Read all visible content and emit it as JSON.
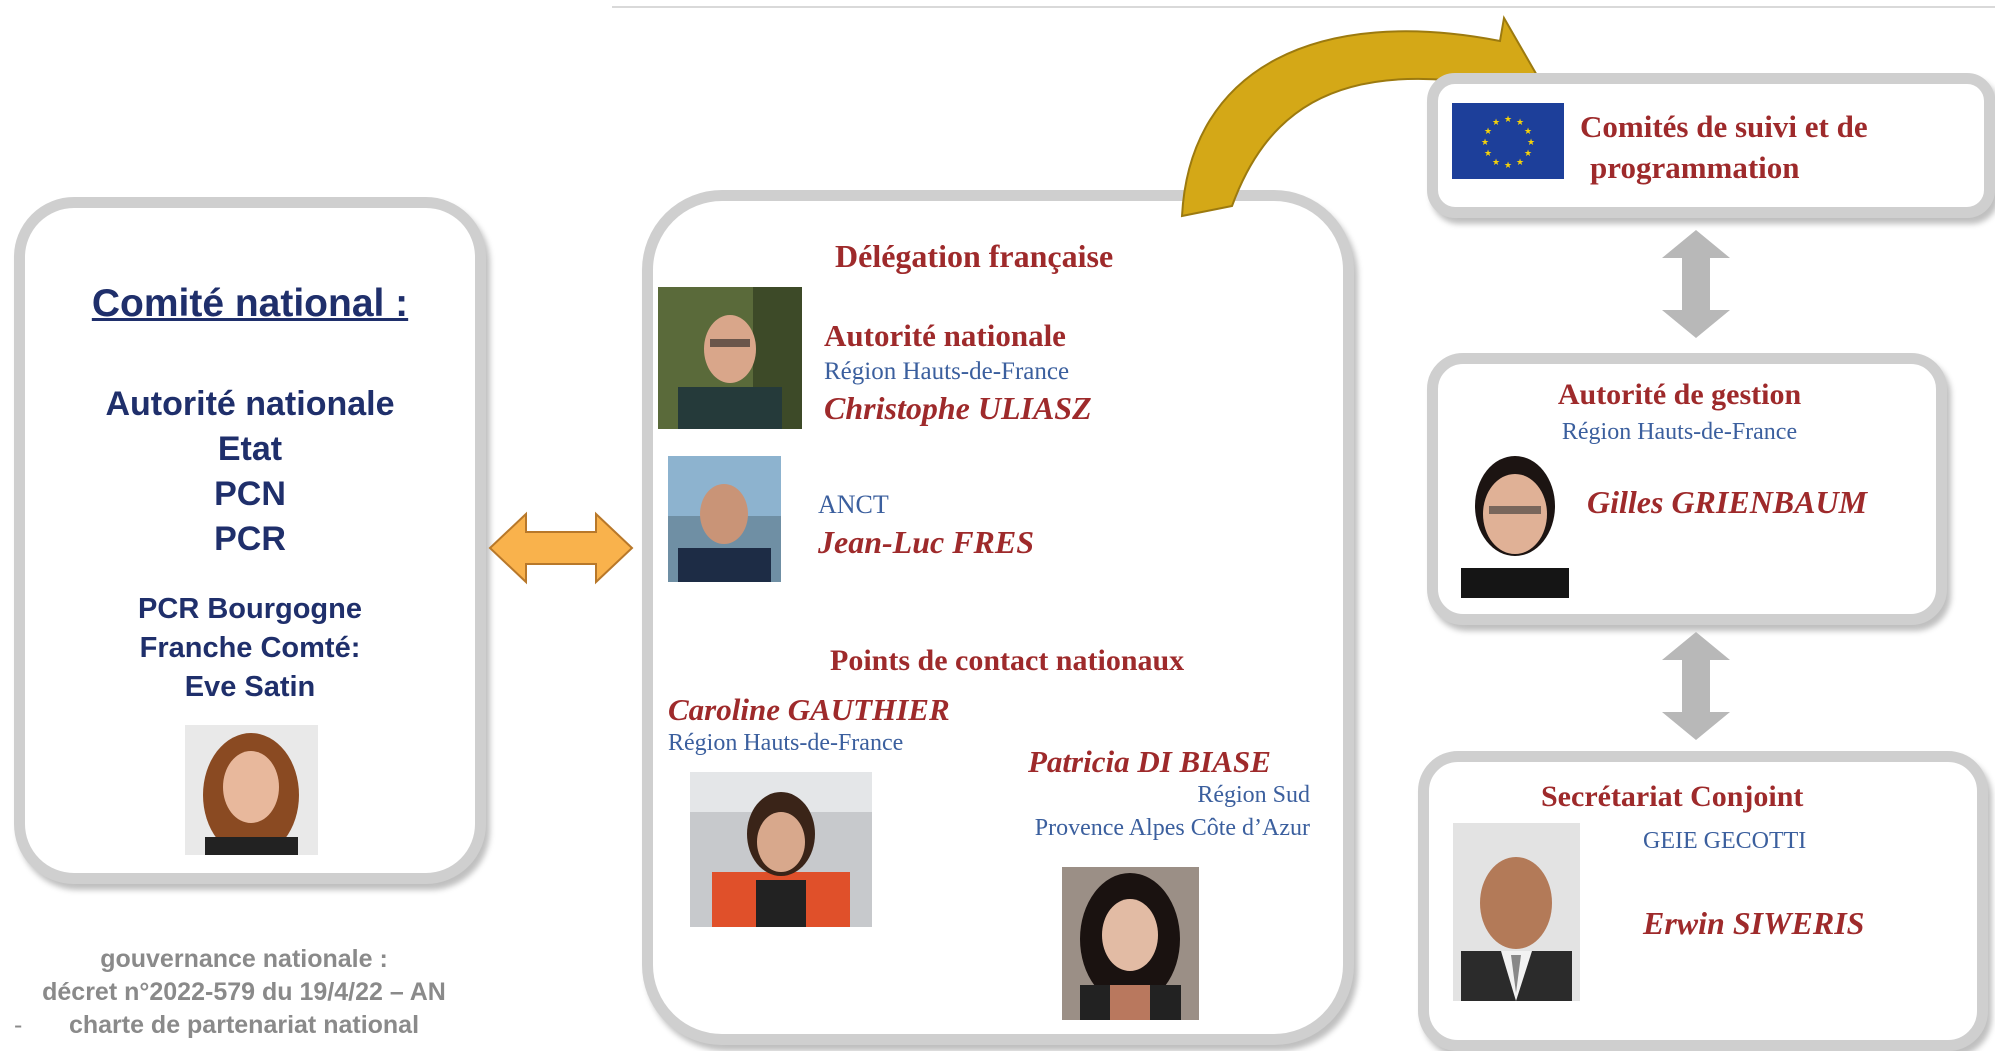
{
  "national": {
    "title": "Comité national :",
    "members": [
      "Autorité nationale",
      "Etat",
      "PCN",
      "PCR"
    ],
    "pcr_title_1": "PCR Bourgogne",
    "pcr_title_2": "Franche Comté:",
    "pcr_name": "Eve Satin"
  },
  "footer": {
    "line1": "gouvernance nationale :",
    "line2": "décret n°2022-579 du 19/4/22 – AN",
    "bullet": "-",
    "line3": "charte de partenariat national"
  },
  "delegation": {
    "title": "Délégation française",
    "autorite_title": "Autorité nationale",
    "autorite_org": "Région Hauts-de-France",
    "autorite_name": "Christophe ULIASZ",
    "anct_org": "ANCT",
    "anct_name": "Jean-Luc FRES",
    "pcn_title": "Points de contact nationaux",
    "pcn1_name": "Caroline GAUTHIER",
    "pcn1_org": "Région Hauts-de-France",
    "pcn2_name": "Patricia DI BIASE",
    "pcn2_org1": "Région Sud",
    "pcn2_org2": "Provence Alpes Côte d’Azur"
  },
  "comites": {
    "line1": "Comités de suivi et de",
    "line2": "programmation"
  },
  "autorite_gestion": {
    "title": "Autorité de gestion",
    "org": "Région Hauts-de-France",
    "name": "Gilles GRIENBAUM"
  },
  "secretariat": {
    "title": "Secrétariat Conjoint",
    "org": "GEIE GECOTTI",
    "name": "Erwin SIWERIS"
  },
  "colors": {
    "navy": "#1f2f6b",
    "red_title": "#9e2a2b",
    "blue_text": "#3b5f9e",
    "box_border": "#cfcfcf",
    "orange_arrow": "#f9b24c",
    "gold_arrow": "#c9a21a",
    "eu_blue": "#1d3f9a",
    "eu_star": "#f5d20a"
  },
  "icons": [
    "eu-flag-icon",
    "double-arrow-horizontal-icon",
    "curved-arrow-icon",
    "double-arrow-vertical-icon"
  ]
}
